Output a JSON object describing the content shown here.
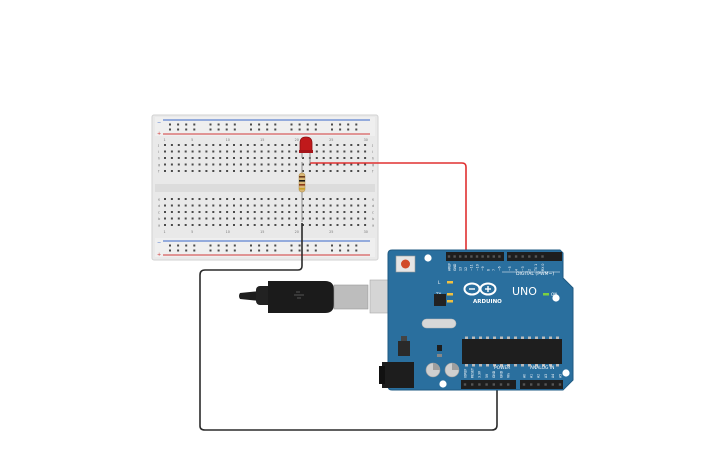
{
  "board": {
    "brand": "ARDUINO",
    "model": "UNO",
    "digital_label": "DIGITAL (PWM~)",
    "power_label": "POWER",
    "analog_label": "ANALOG IN",
    "on_label": "ON",
    "l_label": "L",
    "tx_label": "TX",
    "rx_label": "RX",
    "digital_pins": [
      "AREF",
      "GND",
      "13",
      "12",
      "~11",
      "~10",
      "~9",
      "8",
      "7",
      "~6",
      "~5",
      "4",
      "~3",
      "2",
      "TX 1",
      "RX 0"
    ],
    "power_pins": [
      "IOREF",
      "RESET",
      "3.3V",
      "5V",
      "GND",
      "GND",
      "Vin"
    ],
    "analog_pins": [
      "A0",
      "A1",
      "A2",
      "A3",
      "A4",
      "A5"
    ]
  },
  "breadboard": {
    "col_numbers": [
      "1",
      "5",
      "10",
      "15",
      "20",
      "25",
      "30"
    ],
    "row_letters_top": [
      "j",
      "i",
      "h",
      "g",
      "f"
    ],
    "row_letters_bottom": [
      "e",
      "d",
      "c",
      "b",
      "a"
    ]
  },
  "colors": {
    "board": "#2a6f9e",
    "wire_signal": "#e03030",
    "wire_ground": "#2b2b2b",
    "led": "#c0191b",
    "breadboard": "#e9e9e9"
  },
  "icons": [
    "usb-cable-icon",
    "led-icon",
    "resistor-icon",
    "reset-button-icon"
  ]
}
